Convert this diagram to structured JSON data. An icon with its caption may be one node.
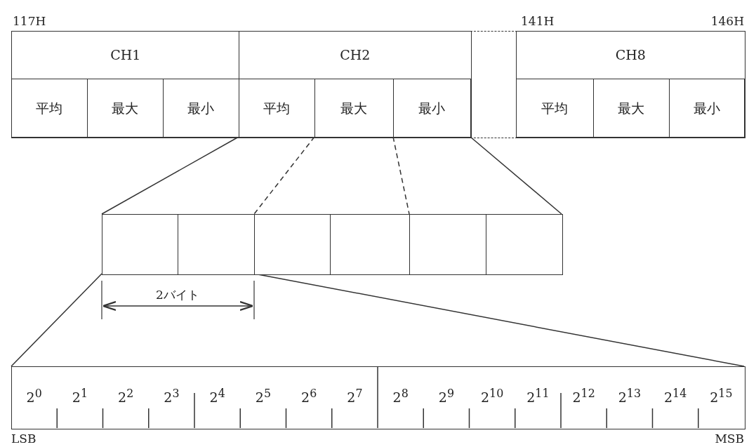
{
  "diagram": {
    "nodes": [
      {
        "text": [
          "CH1"
        ]
      },
      {
        "text": [
          "平均"
        ],
        "in": 0
      },
      {
        "text": [
          "最大"
        ],
        "in": 0
      },
      {
        "text": [
          "最小"
        ],
        "in": 0
      },
      {
        "text": [
          "CH2"
        ]
      },
      {
        "text": [
          "平均"
        ],
        "in": 4
      },
      {
        "text": [
          "最大"
        ],
        "in": 4
      },
      {
        "text": [
          "最小"
        ],
        "in": 4
      },
      {
        "text": [],
        "shape": "box"
      },
      {
        "text": [
          "CH8"
        ]
      },
      {
        "text": [
          "平均"
        ],
        "in": 9
      },
      {
        "text": [
          "最大"
        ],
        "in": 9
      },
      {
        "text": [
          "最小"
        ],
        "in": 9
      },
      {
        "text": [],
        "shape": "box"
      },
      {
        "text": [],
        "shape": "box"
      },
      {
        "text": [],
        "shape": "box"
      },
      {
        "text": [],
        "shape": "box"
      },
      {
        "text": [],
        "shape": "box"
      },
      {
        "text": [],
        "shape": "box"
      },
      {
        "text": [],
        "shape": "box",
        "beside": [
          "LSB",
          "MSB"
        ]
      }
    ],
    "edges": [
      {
        "from": 5,
        "to": 13,
        "arrow": "none"
      },
      {
        "from": 6,
        "to": 15,
        "arrow": "none",
        "style": "dashed"
      },
      {
        "from": 7,
        "to": 17,
        "arrow": "none",
        "style": "dashed"
      },
      {
        "from": 7,
        "to": 18,
        "arrow": "none"
      },
      {
        "from": 13,
        "to": 19,
        "arrow": "none"
      },
      {
        "from": 14,
        "to": 19,
        "arrow": "none"
      }
    ],
    "labels": [
      "117H",
      "141H",
      "146H",
      "2バイト",
      "2$^{0}$",
      "2$^{1}$",
      "2$^{2}$",
      "2$^{3}$",
      "2$^{4}$",
      "2$^{5}$",
      "2$^{6}$",
      "2$^{7}$",
      "2$^{8}$",
      "2$^{9}$",
      "2$^{10}$",
      "2$^{11}$",
      "2$^{12}$",
      "2$^{13}$",
      "2$^{14}$",
      "2$^{15}$"
    ]
  }
}
